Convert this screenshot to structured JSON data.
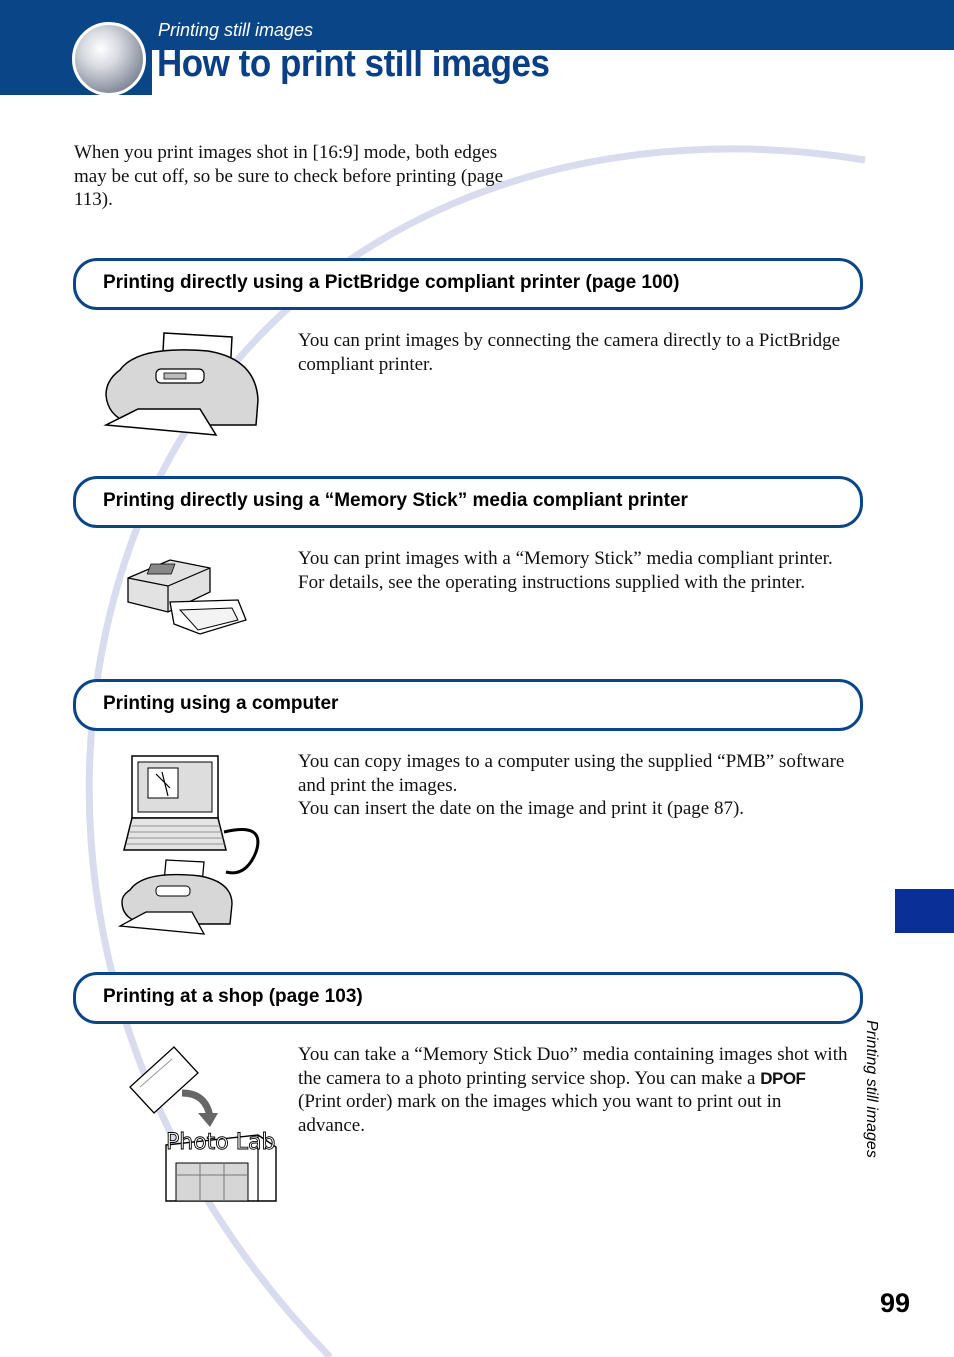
{
  "header": {
    "section": "Printing still images",
    "title": "How to print still images"
  },
  "intro": "When you print images shot in [16:9] mode, both edges may be cut off, so be sure to check before printing (page 113).",
  "sections": [
    {
      "heading": "Printing directly using a PictBridge compliant printer (page 100)",
      "text": "You can print images by connecting the camera directly to a PictBridge compliant printer.",
      "illustration": "printer-icon"
    },
    {
      "heading": "Printing directly using a “Memory Stick” media compliant printer",
      "text_lines": [
        "You can print images with a “Memory Stick” media compliant printer.",
        "For details, see the operating instructions supplied with the printer."
      ],
      "illustration": "photo-printer-icon"
    },
    {
      "heading": "Printing using a computer",
      "text_lines": [
        "You can copy images to a computer using the supplied “PMB” software and print the images.",
        "You can insert the date on the image and print it (page 87)."
      ],
      "illustration": "computer-printer-icon"
    },
    {
      "heading": "Printing at a shop (page 103)",
      "text_before": "You can take a “Memory Stick Duo” media containing images shot with the camera to a photo printing service shop. You can make a",
      "dpof_mark": "DPOF",
      "text_after": "(Print order) mark on the images which you want to print out in advance.",
      "illustration": "photo-lab-icon",
      "shop_sign": "Photo Lab"
    }
  ],
  "side_tab_label": "Printing still images",
  "page_number": "99",
  "colors": {
    "brand_blue": "#0a4687",
    "tab_blue": "#0a2f96",
    "arc": "#d9dcee"
  }
}
